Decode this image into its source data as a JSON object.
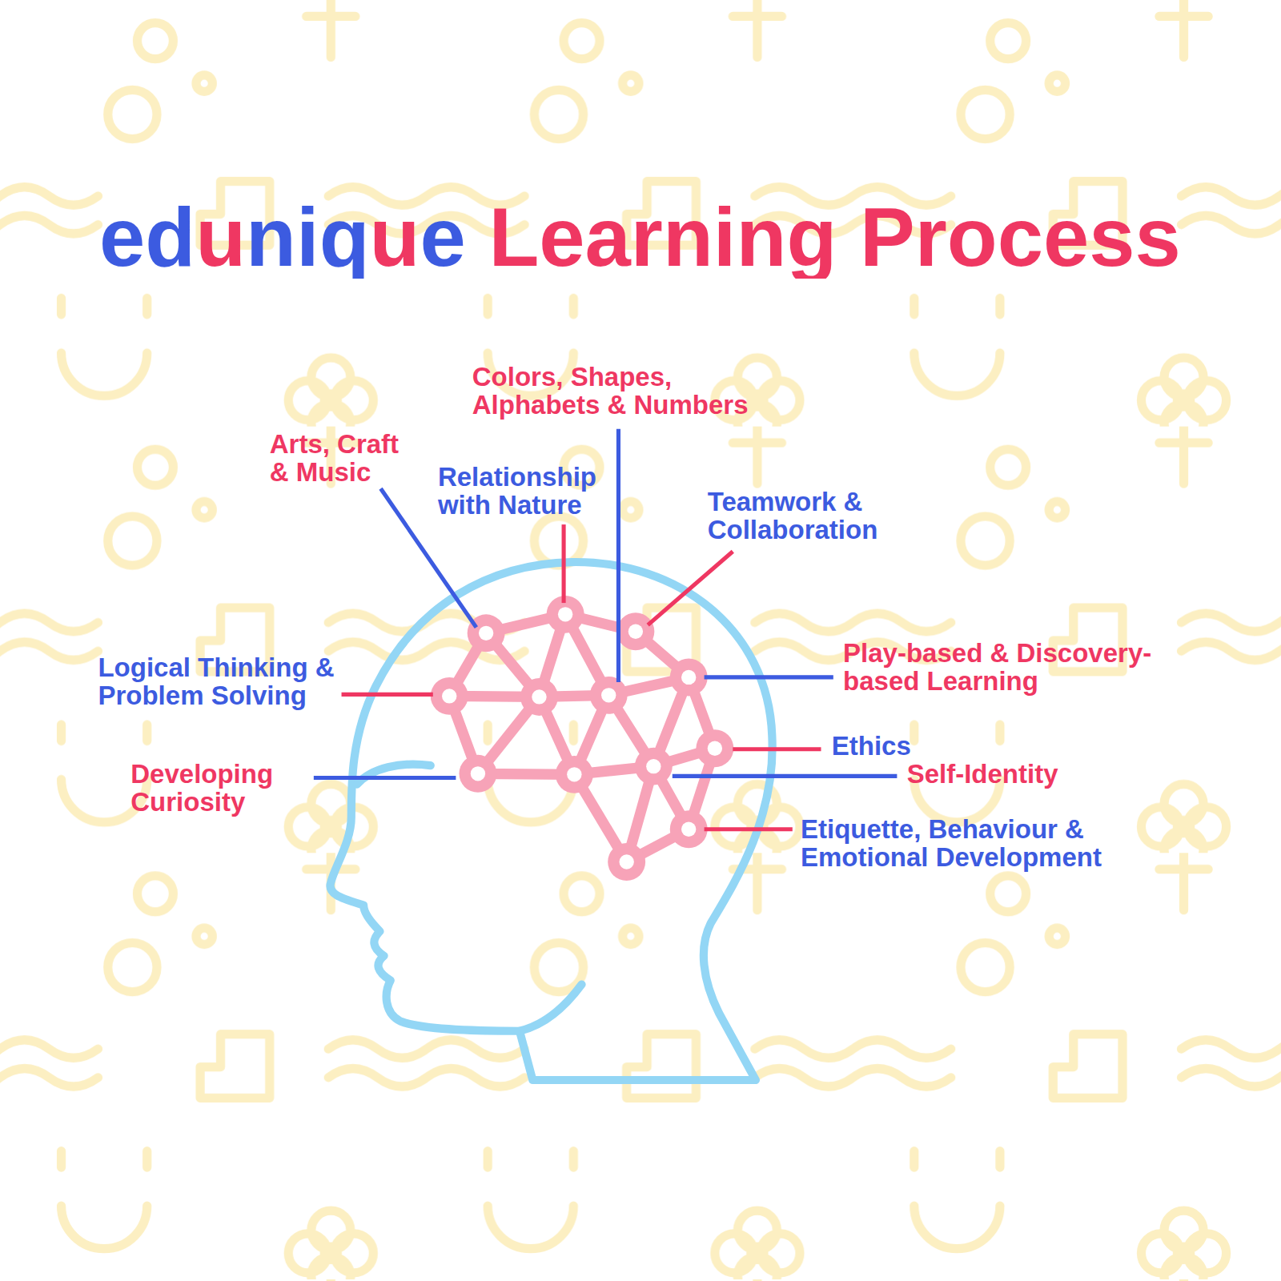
{
  "diagram": {
    "title": "edunique Learning Process",
    "labels": [
      "Colors, Shapes, Alphabets & Numbers",
      "Arts, Craft & Music",
      "Relationship with Nature",
      "Teamwork & Collaboration",
      "Logical Thinking & Problem Solving",
      "Play-based & Discovery-based Learning",
      "Ethics",
      "Self-Identity",
      "Developing Curiosity",
      "Etiquette, Behaviour & Emotional Development"
    ]
  }
}
